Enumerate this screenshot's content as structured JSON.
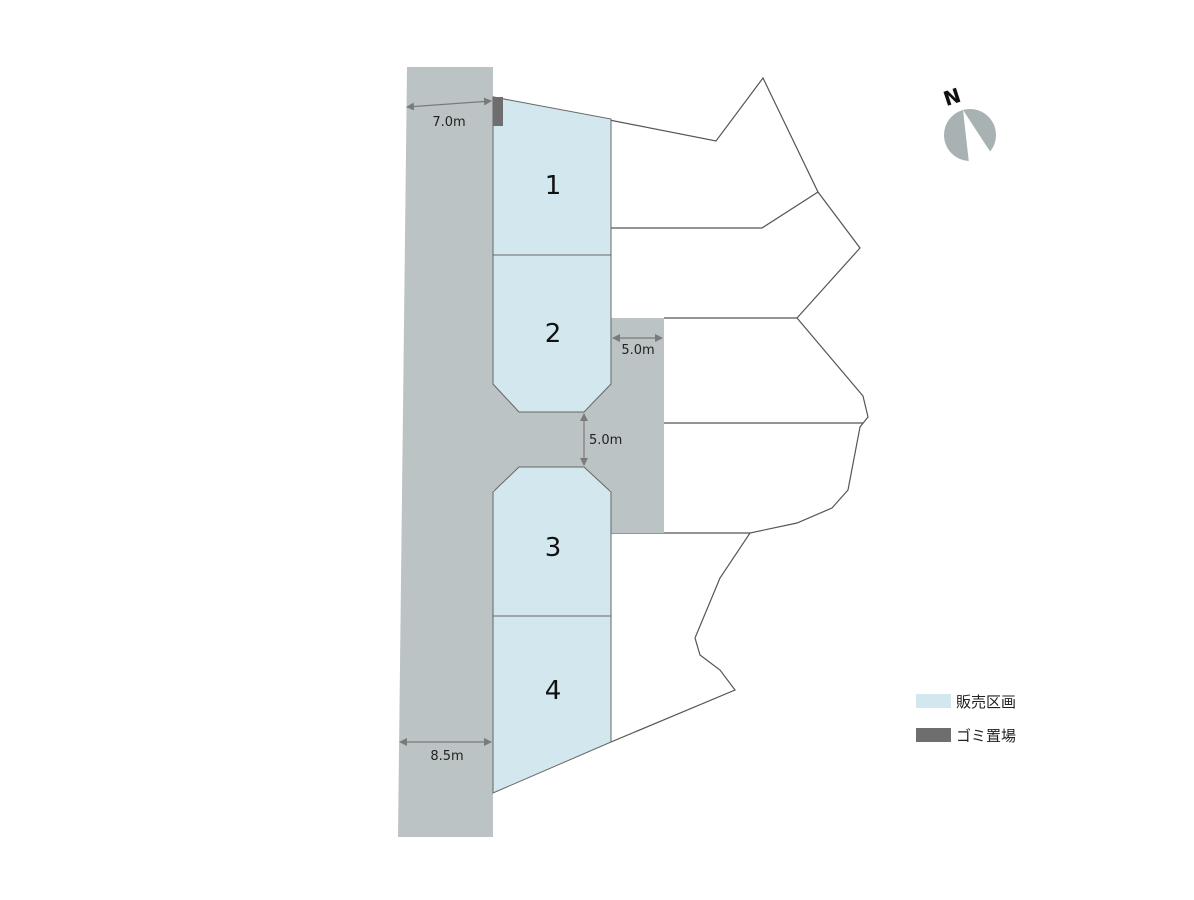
{
  "lots": [
    {
      "id": "1",
      "label": "1"
    },
    {
      "id": "2",
      "label": "2"
    },
    {
      "id": "3",
      "label": "3"
    },
    {
      "id": "4",
      "label": "4"
    }
  ],
  "dimensions": {
    "road_top_width": "7.0m",
    "road_bottom_width": "8.5m",
    "lane_width": "5.0m",
    "turnaround_width": "5.0m"
  },
  "compass": {
    "label": "N"
  },
  "legend": {
    "sales_lot": "販売区画",
    "garbage_area": "ゴミ置場"
  },
  "colors": {
    "lot_fill": "#d3e8ee",
    "road_fill": "#bcc3c4",
    "garbage_fill": "#6e6e6e",
    "outline": "#555555",
    "arrow": "#7a7a7a"
  }
}
